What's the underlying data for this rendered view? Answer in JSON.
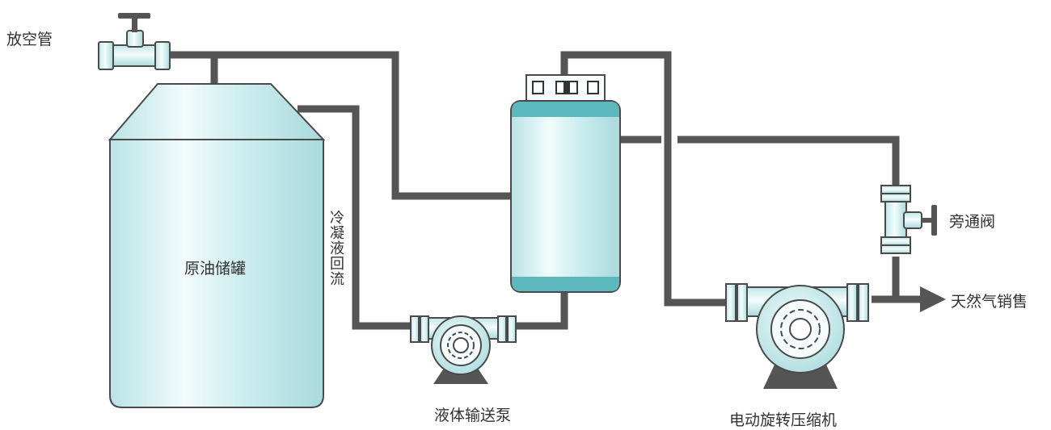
{
  "labels": {
    "vent_pipe": "放空管",
    "crude_tank": "原油储罐",
    "condensate_return": "冷凝液回流",
    "liquid_pump": "液体输送泵",
    "compressor": "电动旋转压缩机",
    "bypass_valve": "旁通阀",
    "gas_sales": "天然气销售"
  },
  "colors": {
    "pipe": "#555555",
    "vessel_fill": "#cfeef0",
    "vessel_highlight": "#f2fbfb",
    "vessel_stroke": "#4a4a4a",
    "band": "#5cb8bd",
    "metal_dark": "#444444"
  }
}
